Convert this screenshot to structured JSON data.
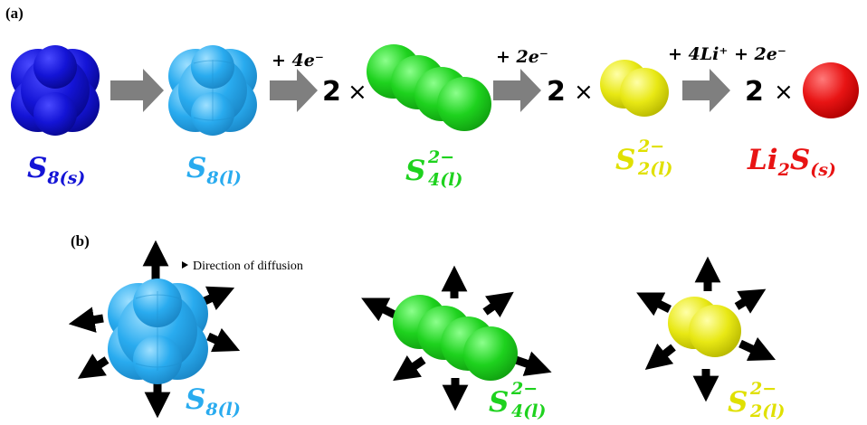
{
  "colors": {
    "s8_solid": "#1414d6",
    "s8_liquid": "#29abef",
    "s4": "#1ed21e",
    "s2": "#e8e814",
    "li2s": "#e81414",
    "arrow_grey": "#7f7f7f",
    "diffusion_arrow": "#000000"
  },
  "panel_a": {
    "label": "(a)",
    "steps": [
      {
        "reaction": ""
      },
      {
        "reaction": "+ 4e⁻",
        "coefficient": "2",
        "times": "×"
      },
      {
        "reaction": "+ 2e⁻",
        "coefficient": "2",
        "times": "×"
      },
      {
        "reaction": "+ 4Li⁺ + 2e⁻",
        "coefficient": "2",
        "times": "×"
      }
    ],
    "species": [
      {
        "name": "S",
        "sub": "8(s)",
        "sup": "",
        "icon": "s8-solid-molecule-icon"
      },
      {
        "name": "S",
        "sub": "8(l)",
        "sup": "",
        "icon": "s8-liquid-molecule-icon"
      },
      {
        "name": "S",
        "sub": "4(l)",
        "sup": "2−",
        "icon": "s4-chain-molecule-icon"
      },
      {
        "name": "S",
        "sub": "2(l)",
        "sup": "2−",
        "icon": "s2-molecule-icon"
      },
      {
        "name": "Li",
        "sub": "(s)",
        "mid": "2",
        "mid_name": "S",
        "sup": "",
        "icon": "li2s-particle-icon"
      }
    ]
  },
  "panel_b": {
    "label": "(b)",
    "legend": "Direction of diffusion",
    "molecules": [
      {
        "name": "S",
        "sub": "8(l)",
        "sup": "",
        "icon": "s8-liquid-diffusing-icon"
      },
      {
        "name": "S",
        "sub": "4(l)",
        "sup": "2−",
        "icon": "s4-chain-diffusing-icon"
      },
      {
        "name": "S",
        "sub": "2(l)",
        "sup": "2−",
        "icon": "s2-diffusing-icon"
      }
    ]
  }
}
